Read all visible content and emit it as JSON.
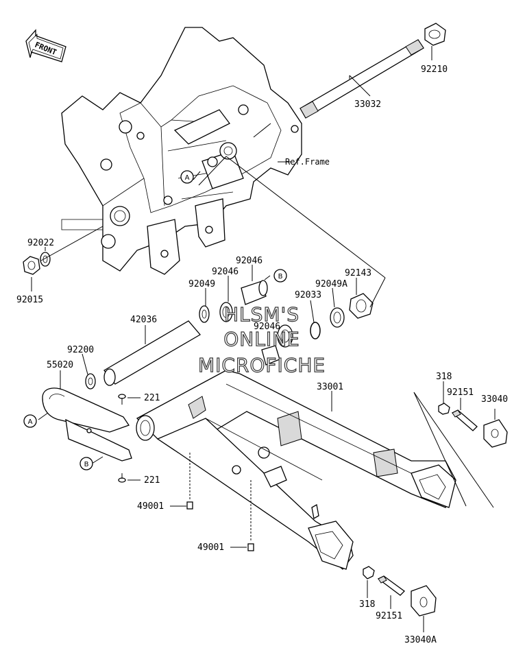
{
  "front_label": "FRONT",
  "ref_frame": "Ref.Frame",
  "watermark": [
    "HLSM'S",
    "ONLINE",
    "MICROFICHE"
  ],
  "callouts": {
    "a": "A",
    "b": "B"
  },
  "parts": {
    "p92210": "92210",
    "p33032": "33032",
    "p92022": "92022",
    "p92015": "92015",
    "p92046_top": "92046",
    "p92046_mid": "92046",
    "p92046_low": "92046",
    "p92049": "92049",
    "p92049a": "92049A",
    "p92143": "92143",
    "p92033": "92033",
    "p42036": "42036",
    "p92200": "92200",
    "p55020": "55020",
    "p221_top": "221",
    "p221_bot": "221",
    "p33001": "33001",
    "p318_top": "318",
    "p92151_top": "92151",
    "p33040": "33040",
    "p49001_top": "49001",
    "p49001_bot": "49001",
    "p318_bot": "318",
    "p92151_bot": "92151",
    "p33040a": "33040A"
  }
}
